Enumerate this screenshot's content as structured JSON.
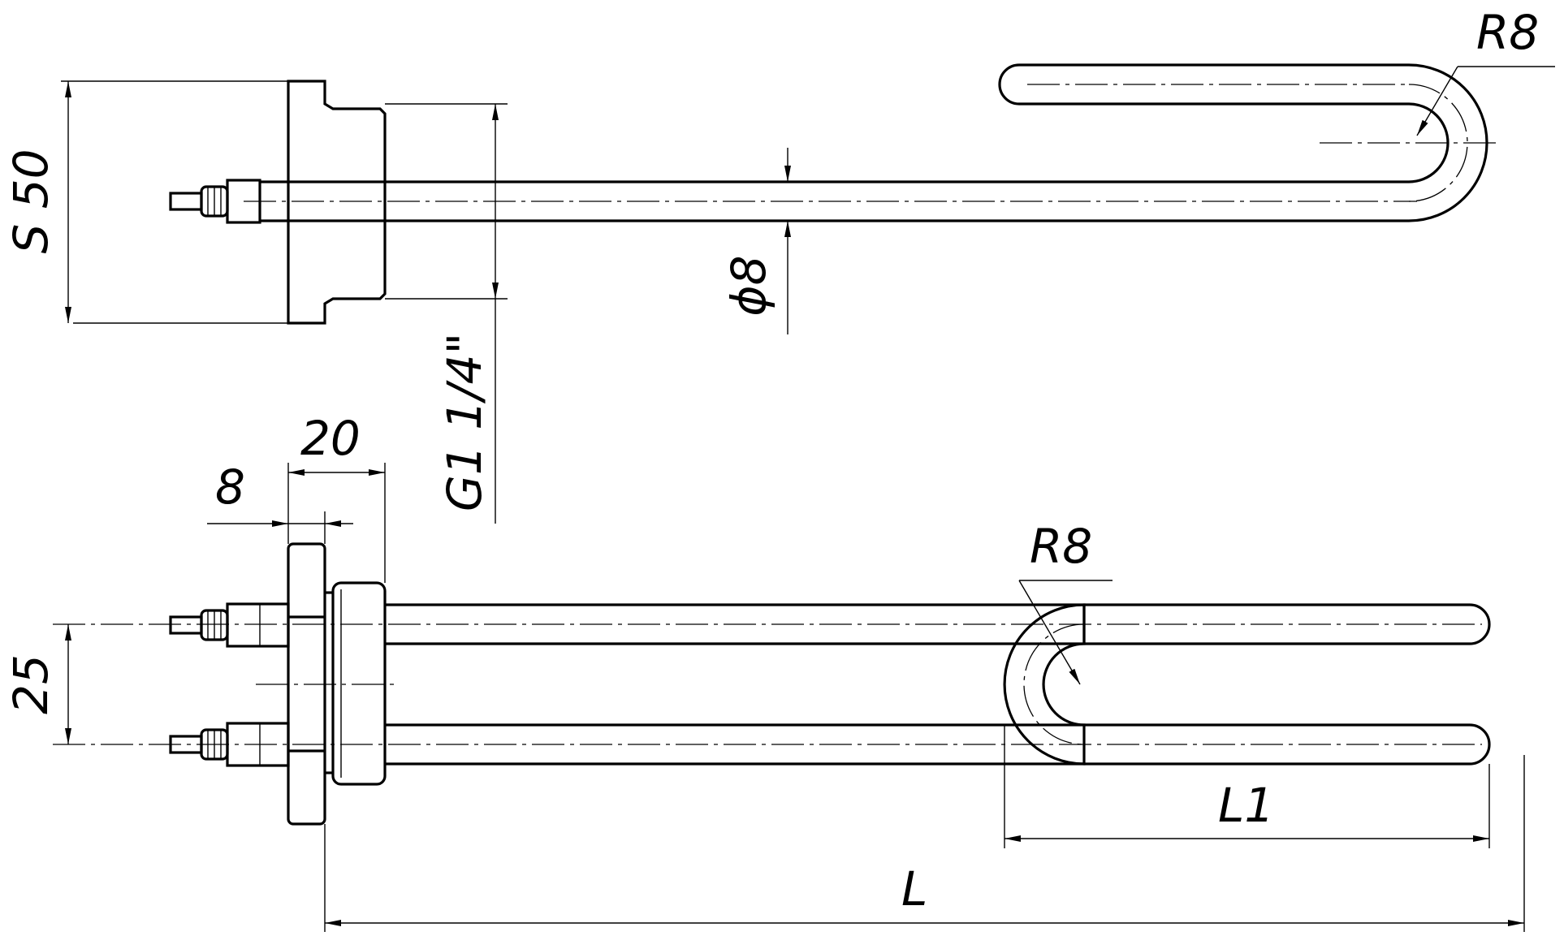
{
  "drawing": {
    "labels": {
      "s50": "S 50",
      "phi8": "ϕ8",
      "g114": "G1 1/4\"",
      "r8_top": "R8",
      "r8_bottom": "R8",
      "dim20": "20",
      "dim8": "8",
      "dim25": "25",
      "l1": "L1",
      "l": "L"
    },
    "colors": {
      "line": "#000000",
      "background": "#ffffff"
    }
  }
}
